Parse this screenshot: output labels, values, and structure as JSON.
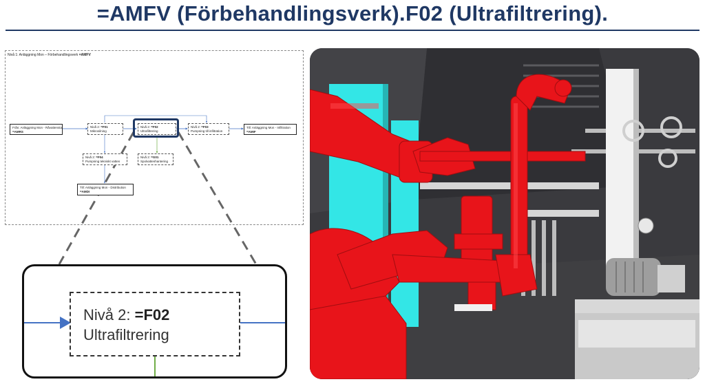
{
  "title": "=AMFV (Förbehandlingsverk).F02 (Ultrafiltrering).",
  "diagram": {
    "caption_prefix": "Nivå 1: Anläggning Mon – Förbehandlingsverk ",
    "caption_code": "=AMFV",
    "nodes": [
      {
        "id": "from",
        "line1": "Från: Anläggning Mon - Råvattenstation",
        "code": "=AMRS"
      },
      {
        "id": "f01",
        "line1_prefix": "Nivå 2: ",
        "code": "=F01",
        "line2": "Mikrosilning"
      },
      {
        "id": "f02",
        "line1_prefix": "Nivå 2: ",
        "code": "=F02",
        "line2": "Ultrafiltrering"
      },
      {
        "id": "f03",
        "line1_prefix": "Nivå 2: ",
        "code": "=F03",
        "line2": "Pumpning till infiltration"
      },
      {
        "id": "to",
        "line1": "Till: Anläggning Mon - Infiltration",
        "code": "=AMIF"
      },
      {
        "id": "f04",
        "line1_prefix": "Nivå 2: ",
        "code": "=F04",
        "line2": "Pumpning tekniskt vatten"
      },
      {
        "id": "g01",
        "line1_prefix": "Nivå 2: ",
        "code": "=G01",
        "line2": "Spolvattenhantering"
      },
      {
        "id": "dist",
        "line1": "Till: Anläggning Mon - Distribution",
        "code": "=AMDI"
      }
    ]
  },
  "zoom": {
    "prefix": "Nivå 2: ",
    "code": "=F02",
    "label": "Ultrafiltrering"
  },
  "colors": {
    "title": "#1f3864",
    "pipe": "#e8141a",
    "tank": "#33e6e6",
    "arrow": "#4472c4",
    "green_line": "#70ad47"
  }
}
